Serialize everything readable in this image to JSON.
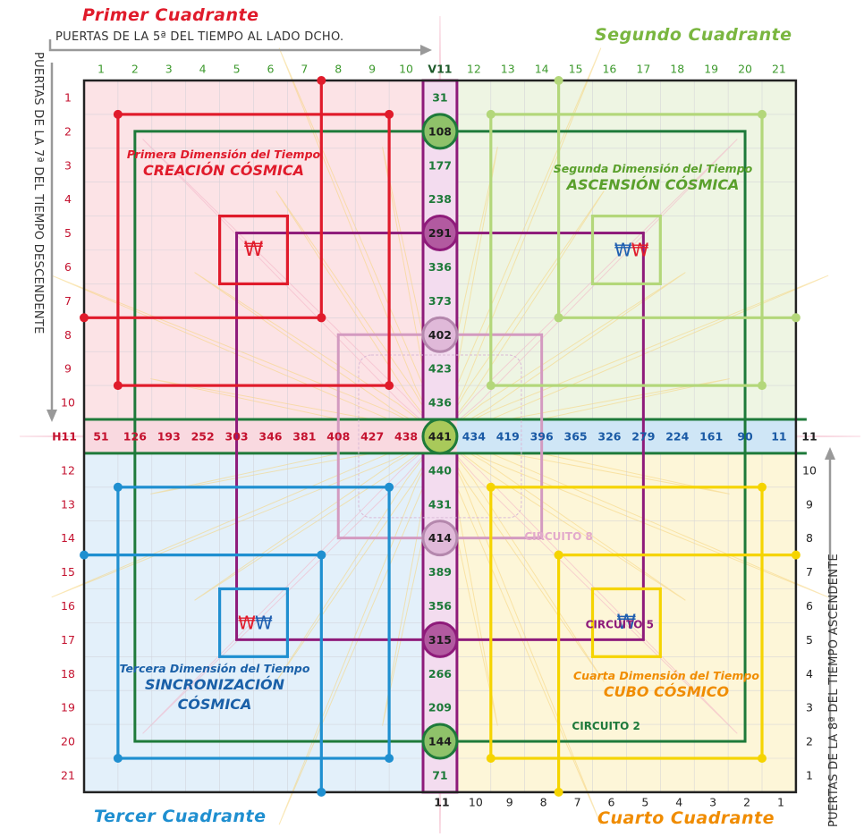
{
  "quadrants": {
    "q1": {
      "title": "Primer Cuadrante",
      "color": "#e01b2b"
    },
    "q2": {
      "title": "Segundo Cuadrante",
      "color": "#7ab640"
    },
    "q3": {
      "title": "Tercer Cuadrante",
      "color": "#1f8fd0"
    },
    "q4": {
      "title": "Cuarto Cuadrante",
      "color": "#f08c00"
    }
  },
  "gates": {
    "top": "PUERTAS DE LA 5ª DEL TIEMPO AL LADO DCHO.",
    "left": "PUERTAS DE LA 7ª DEL TIEMPO DESCENDENTE",
    "right": "PUERTAS DE LA 8ª DEL TIEMPO ASCENDENTE"
  },
  "dimensions": {
    "first": {
      "line1": "Primera Dimensión del Tiempo",
      "line2": "CREACIÓN CÓSMICA",
      "color": "#e01b2b"
    },
    "second": {
      "line1": "Segunda Dimensión del Tiempo",
      "line2": "ASCENSIÓN CÓSMICA",
      "color": "#5aa02c"
    },
    "third": {
      "line1": "Tercera Dimensión del Tiempo",
      "line2": "SINCRONIZACIÓN",
      "line3": "CÓSMICA",
      "color": "#1a60a8"
    },
    "fourth": {
      "line1": "Cuarta Dimensión del Tiempo",
      "line2": "CUBO CÓSMICO",
      "color": "#f08c00"
    }
  },
  "circuits": {
    "c8": {
      "label": "CIRCUITO 8",
      "color": "#d39ac0"
    },
    "c5": {
      "label": "CIRCUITO 5",
      "color": "#8e1b7a"
    },
    "c2": {
      "label": "CIRCUITO 2",
      "color": "#1e7a3a"
    }
  },
  "axes": {
    "top_cols": [
      "1",
      "2",
      "3",
      "4",
      "5",
      "6",
      "7",
      "8",
      "9",
      "10",
      "V11",
      "12",
      "13",
      "14",
      "15",
      "16",
      "17",
      "18",
      "19",
      "20",
      "21"
    ],
    "left_rows": [
      "1",
      "2",
      "3",
      "4",
      "5",
      "6",
      "7",
      "8",
      "9",
      "10",
      "H11",
      "12",
      "13",
      "14",
      "15",
      "16",
      "17",
      "18",
      "19",
      "20",
      "21"
    ],
    "right_rows": [
      "11",
      "10",
      "9",
      "8",
      "7",
      "6",
      "5",
      "4",
      "3",
      "2",
      "1"
    ],
    "bottom_cols": [
      "11",
      "10",
      "9",
      "8",
      "7",
      "6",
      "5",
      "4",
      "3",
      "2",
      "1"
    ]
  },
  "vertical_values": [
    "31",
    "108",
    "177",
    "238",
    "291",
    "336",
    "373",
    "402",
    "423",
    "436",
    "441",
    "440",
    "431",
    "414",
    "389",
    "356",
    "315",
    "266",
    "209",
    "144",
    "71"
  ],
  "horizontal_left_values": [
    "51",
    "126",
    "193",
    "252",
    "303",
    "346",
    "381",
    "408",
    "427",
    "438"
  ],
  "horizontal_right_values": [
    "434",
    "419",
    "396",
    "365",
    "326",
    "279",
    "224",
    "161",
    "90",
    "11"
  ],
  "center_value": "441",
  "glyphs": {
    "q1": "₩",
    "q2": "₩",
    "q3": "₩",
    "q4": "₩"
  }
}
